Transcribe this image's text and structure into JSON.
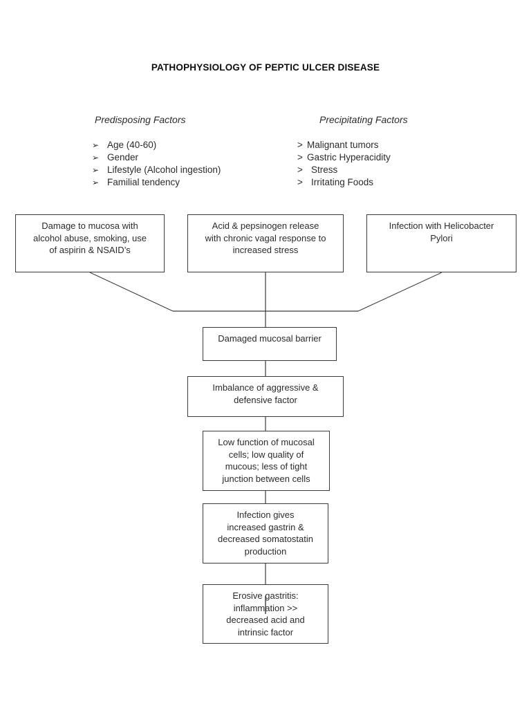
{
  "title": "PATHOPHYSIOLOGY OF PEPTIC ULCER DISEASE",
  "columns": {
    "predisposing": {
      "heading": "Predisposing Factors",
      "bullet_glyph": "➢",
      "items": [
        "Age (40-60)",
        "Gender",
        "Lifestyle (Alcohol ingestion)",
        "Familial tendency"
      ]
    },
    "precipitating": {
      "heading": "Precipitating Factors",
      "bullet_glyph": ">",
      "items": [
        "Malignant tumors",
        "Gastric Hyperacidity",
        "Stress",
        "Irritating Foods"
      ]
    }
  },
  "boxes": {
    "alcohol": "Damage to mucosa with\nalcohol abuse, smoking, use\nof aspirin & NSAID’s",
    "acid": "Acid & pepsinogen release\nwith chronic vagal response to\nincreased stress",
    "hpylori": "Infection with Helicobacter\nPylori",
    "barrier": "Damaged mucosal barrier",
    "imbalance": "Imbalance of aggressive &\ndefensive factor",
    "lowfunc": "Low function of mucosal\ncells; low quality of\nmucous; less of tight\njunction between cells",
    "gastrin": "Infection gives\nincreased gastrin &\ndecreased somatostatin\nproduction",
    "erosive": "Erosive gastritis:\ninflammation >>\ndecreased acid and\nintrinsic factor"
  },
  "colors": {
    "background": "#ffffff",
    "text": "#2b2b2b",
    "title_text": "#0d0d0d",
    "box_border": "#3a3a3a",
    "connector": "#3a3a3a"
  }
}
